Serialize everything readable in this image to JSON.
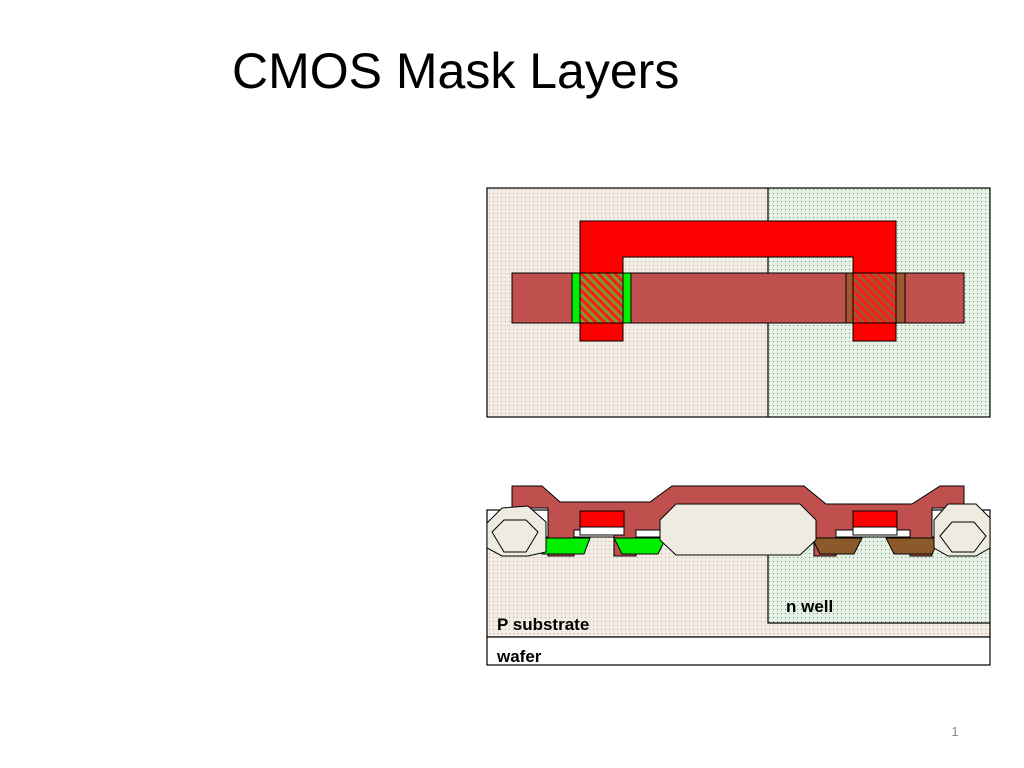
{
  "slide": {
    "title": "CMOS Mask Layers",
    "page_number": "1"
  },
  "cross_section": {
    "n_well_label": "n well",
    "p_substrate_label": "P substrate",
    "wafer_label": "wafer"
  },
  "colors": {
    "p_substrate_bg": "#f3ece5",
    "p_substrate_dot": "#bfa99a",
    "n_well_bg": "#e6f0e4",
    "n_well_dot": "#5f9a70",
    "poly": "#c0504d",
    "metal": "#ff0000",
    "n_diffusion": "#00ee00",
    "p_diffusion": "#8b5a2b",
    "oxide": "#eeebe1",
    "outline": "#000000"
  }
}
